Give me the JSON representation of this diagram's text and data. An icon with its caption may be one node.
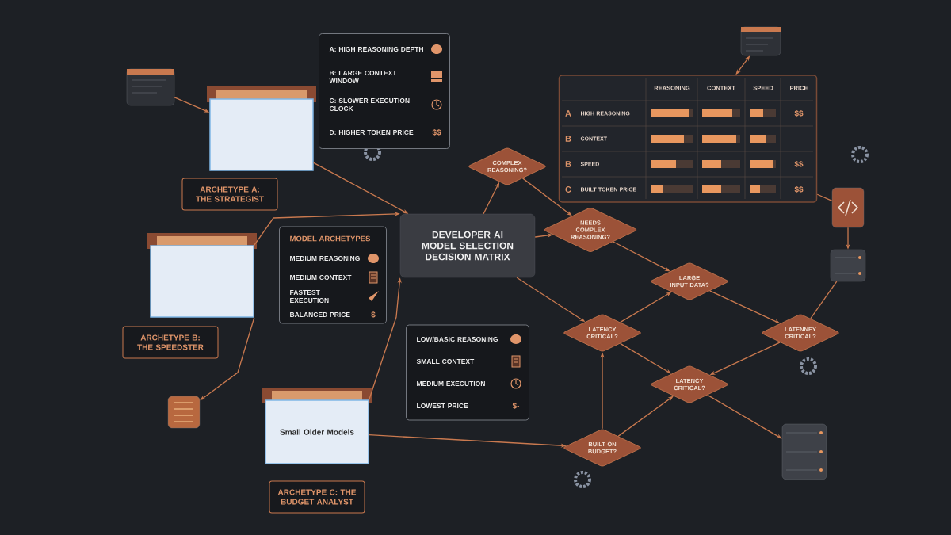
{
  "diagram": {
    "nodes": [
      {
        "text": [],
        "shape": "box"
      },
      {
        "text": [
          "ARCHETYPE A: THE STRATEGIST"
        ]
      },
      {
        "text": [
          "A: HIGH REASONING DEPTH",
          "B: LARGE CONTEXT WINDOW",
          "C: SLOWER EXECUTION CLOCK",
          "D: HIGHER TOKEN PRICE",
          "$$"
        ]
      },
      {
        "text": [],
        "shape": "box"
      },
      {
        "text": [
          "ARCHETYPE B: THE SPEEDSTER"
        ]
      },
      {
        "text": [
          "MODEL ARCHETYPES",
          "MEDIUM REASONING",
          "MEDIUM CONTEXT",
          "FASTEST EXECUTION",
          "BALANCED PRICE",
          "$"
        ]
      },
      {
        "text": [
          "Small Older Models"
        ]
      },
      {
        "text": [
          "ARCHETYPE C: THE BUDGET ANALYST"
        ]
      },
      {
        "text": [
          "LOW/BASIC REASONING",
          "SMALL CONTEXT",
          "MEDIUM EXECUTION",
          "LOWEST PRICE",
          "$-"
        ]
      },
      {
        "text": [
          "DEVELOPER AI MODEL SELECTION DECISION MATRIX"
        ]
      },
      {
        "text": [
          "COMPLEX REASONING?"
        ]
      },
      {
        "text": [
          "NEEDS COMPLEX REASONING?"
        ]
      },
      {
        "text": [
          "LARGE INPUT DATA?"
        ]
      },
      {
        "text": [
          "LATENCY CRITICAL?"
        ]
      },
      {
        "text": [
          "LATENNEY CRITICAL?"
        ]
      },
      {
        "text": [
          "LATENCY CRITICAL?"
        ]
      },
      {
        "text": [
          "BUILT ON BUDGET?"
        ]
      },
      {
        "text": [
          "REASONING",
          "CONTEXT",
          "SPEED",
          "PRICE",
          "A",
          "HIGH REASONING",
          "$$",
          "B",
          "CONTEXT",
          "B",
          "SPEED",
          "$$",
          "C",
          "BUILT TOKEN PRICE",
          "$$"
        ]
      },
      {
        "text": [],
        "shape": "picture"
      },
      {
        "text": [],
        "shape": "picture"
      },
      {
        "text": [],
        "shape": "picture"
      },
      {
        "text": [],
        "shape": "picture"
      },
      {
        "text": [],
        "shape": "picture"
      },
      {
        "text": [],
        "shape": "picture"
      }
    ],
    "edges": [
      {
        "from": 23,
        "to": 0,
        "arrow": "to"
      },
      {
        "from": 0,
        "to": 9,
        "arrow": "to"
      },
      {
        "from": 3,
        "to": 9,
        "arrow": "to"
      },
      {
        "from": 3,
        "to": 21,
        "arrow": "to"
      },
      {
        "from": 6,
        "to": 9,
        "arrow": "to"
      },
      {
        "from": 6,
        "to": 16,
        "arrow": "to"
      },
      {
        "from": 9,
        "to": 10,
        "arrow": "to"
      },
      {
        "from": 10,
        "to": 11,
        "arrow": "to"
      },
      {
        "from": 9,
        "to": 11,
        "arrow": "to"
      },
      {
        "from": 9,
        "to": 13,
        "arrow": "to"
      },
      {
        "from": 11,
        "to": 12,
        "arrow": "to"
      },
      {
        "from": 13,
        "to": 12,
        "arrow": "to"
      },
      {
        "from": 12,
        "to": 14,
        "arrow": "to"
      },
      {
        "from": 14,
        "to": 15,
        "arrow": "to"
      },
      {
        "from": 13,
        "to": 15,
        "arrow": "to"
      },
      {
        "from": 16,
        "to": 15,
        "arrow": "to"
      },
      {
        "from": 16,
        "to": 13,
        "arrow": "to"
      },
      {
        "from": 15,
        "to": 19,
        "arrow": "to"
      },
      {
        "from": 22,
        "to": 17,
        "arrow": "both"
      },
      {
        "from": 17,
        "to": 20,
        "arrow": "none"
      },
      {
        "from": 20,
        "to": 18,
        "arrow": "to"
      },
      {
        "from": 18,
        "to": 14,
        "arrow": "none"
      }
    ]
  }
}
